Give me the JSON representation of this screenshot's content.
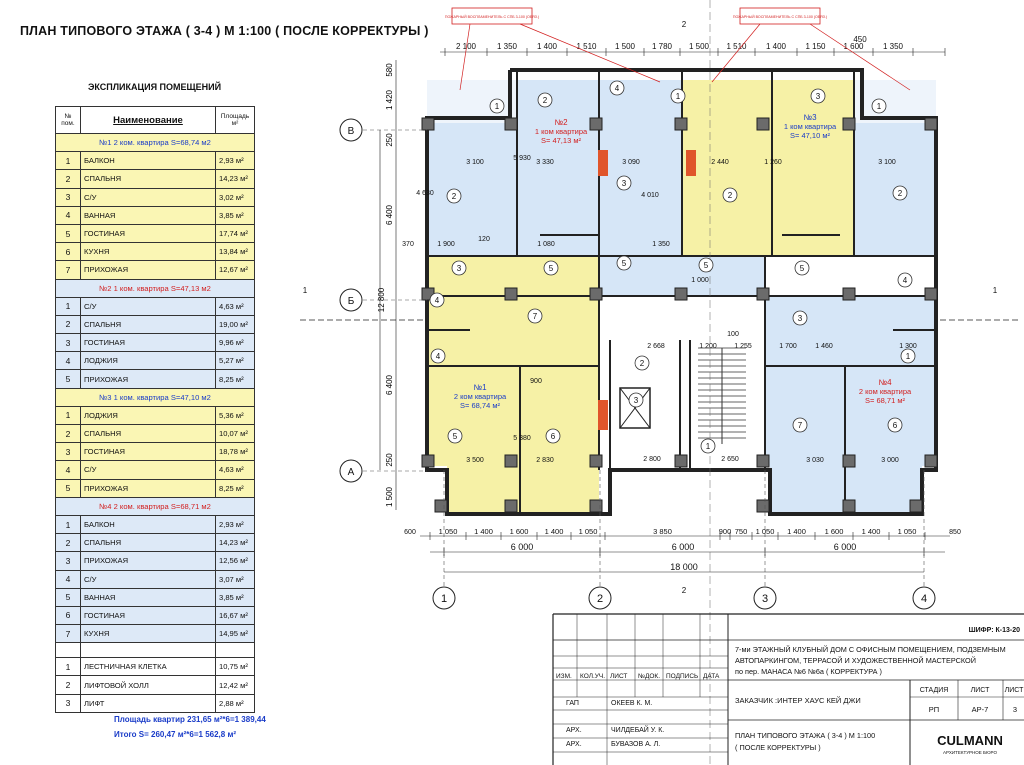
{
  "title": "ПЛАН ТИПОВОГО ЭТАЖА ( 3-4 ) М 1:100 ( ПОСЛЕ КОРРЕКТУРЫ )",
  "explication": {
    "title": "ЭКСПЛИКАЦИЯ ПОМЕЩЕНИЙ",
    "headers": {
      "num": "№ пом.",
      "name": "Наименование",
      "area": "Площадь м²"
    },
    "apartments": [
      {
        "header": "№1  2 ком. квартира S=68,74 м2",
        "color": "blue",
        "fill": "yellow",
        "rooms": [
          [
            "1",
            "БАЛКОН",
            "2,93 м²"
          ],
          [
            "2",
            "СПАЛЬНЯ",
            "14,23 м²"
          ],
          [
            "3",
            "С/У",
            "3,02 м²"
          ],
          [
            "4",
            "ВАННАЯ",
            "3,85 м²"
          ],
          [
            "5",
            "ГОСТИНАЯ",
            "17,74 м²"
          ],
          [
            "6",
            "КУХНЯ",
            "13,84 м²"
          ],
          [
            "7",
            "ПРИХОЖАЯ",
            "12,67 м²"
          ]
        ]
      },
      {
        "header": "№2  1 ком. квартира S=47,13 м2",
        "color": "red",
        "fill": "blue",
        "rooms": [
          [
            "1",
            "С/У",
            "4,63 м²"
          ],
          [
            "2",
            "СПАЛЬНЯ",
            "19,00 м²"
          ],
          [
            "3",
            "ГОСТИНАЯ",
            "9,96 м²"
          ],
          [
            "4",
            "ЛОДЖИЯ",
            "5,27 м²"
          ],
          [
            "5",
            "ПРИХОЖАЯ",
            "8,25 м²"
          ]
        ]
      },
      {
        "header": "№3  1 ком. квартира S=47,10 м2",
        "color": "blue",
        "fill": "yellow",
        "rooms": [
          [
            "1",
            "ЛОДЖИЯ",
            "5,36 м²"
          ],
          [
            "2",
            "СПАЛЬНЯ",
            "10,07 м²"
          ],
          [
            "3",
            "ГОСТИНАЯ",
            "18,78 м²"
          ],
          [
            "4",
            "С/У",
            "4,63 м²"
          ],
          [
            "5",
            "ПРИХОЖАЯ",
            "8,25 м²"
          ]
        ]
      },
      {
        "header": "№4  2 ком. квартира S=68,71 м2",
        "color": "red",
        "fill": "blue",
        "rooms": [
          [
            "1",
            "БАЛКОН",
            "2,93 м²"
          ],
          [
            "2",
            "СПАЛЬНЯ",
            "14,23 м²"
          ],
          [
            "3",
            "ПРИХОЖАЯ",
            "12,56 м²"
          ],
          [
            "4",
            "С/У",
            "3,07 м²"
          ],
          [
            "5",
            "ВАННАЯ",
            "3,85 м²"
          ],
          [
            "6",
            "ГОСТИНАЯ",
            "16,67 м²"
          ],
          [
            "7",
            "КУХНЯ",
            "14,95 м²"
          ]
        ]
      }
    ],
    "common": [
      [
        "1",
        "ЛЕСТНИЧНАЯ КЛЕТКА",
        "10,75 м²"
      ],
      [
        "2",
        "ЛИФТОВОЙ ХОЛЛ",
        "12,42 м²"
      ],
      [
        "3",
        "ЛИФТ",
        "2,88 м²"
      ]
    ],
    "total1": "Площадь квартир  231,65 м²*6=1 389,44",
    "total2": "Итого S=  260,47 м²*6=1 562,8 м²"
  },
  "plan": {
    "top_dims": [
      "2 100",
      "1 350",
      "1 400",
      "1 510",
      "1 500",
      "1 780",
      "1 500",
      "1 510",
      "1 400",
      "1 150",
      "1 600",
      "1 350"
    ],
    "dim_450": "450",
    "bottom_dims": [
      "1 050",
      "1 400",
      "1 600",
      "1 400",
      "1 050",
      "3 850",
      "900",
      "750",
      "1 050",
      "1 400",
      "1 600",
      "1 400",
      "1 050"
    ],
    "dim_600": "600",
    "dim_850": "850",
    "bays": [
      "6 000",
      "6 000",
      "6 000"
    ],
    "overall": "18 000",
    "left_dims": [
      "580",
      "1 420",
      "250",
      "6 400",
      "12 800",
      "6 400",
      "250",
      "1 500"
    ],
    "axes_cols": [
      "1",
      "2",
      "3",
      "4"
    ],
    "axes_rows": [
      "В",
      "Б",
      "А"
    ],
    "section_marks": [
      "1",
      "2"
    ],
    "apt_labels": [
      {
        "no": "№1",
        "type": "2 ком квартира",
        "s": "S= 68,74 м²"
      },
      {
        "no": "№2",
        "type": "1 ком квартира",
        "s": "S= 47,13 м²"
      },
      {
        "no": "№3",
        "type": "1 ком квартира",
        "s": "S= 47,10 м²"
      },
      {
        "no": "№4",
        "type": "2 ком квартира",
        "s": "S= 68,71 м²"
      }
    ],
    "interior_dims": [
      "3 100",
      "3 330",
      "3 090",
      "2 440",
      "1 260",
      "3 100",
      "1 900",
      "1 080",
      "1 350",
      "1 000",
      "5 930",
      "4 630",
      "3 500",
      "2 830",
      "2 800",
      "2 650",
      "3 030",
      "3 000",
      "5 380",
      "4 010",
      "2 668",
      "1 200",
      "1 255",
      "1 700",
      "1 460",
      "1 300",
      "900",
      "120",
      "370",
      "100"
    ],
    "fire_note": "ПОЖАРНЫЙ ВОСПЛАМЕНИТЕЛЬ С СПБ 3-100 (ОБЯЗ.)",
    "colors": {
      "yellow": "#f6f1a6",
      "blue": "#d6e6f7",
      "wall": "#222222",
      "column": "#6b6b6b",
      "red_wall": "#e0552b",
      "red": "#d21f1f",
      "blue_text": "#1a3cc8"
    }
  },
  "titleblock": {
    "code": "ШИФР: К-13-20",
    "project": [
      "7-ми ЭТАЖНЫЙ КЛУБНЫЙ ДОМ С ОФИСНЫМ ПОМЕЩЕНИЕМ, ПОДЗЕМНЫМ",
      "АВТОПАРКИНГОМ, ТЕРРАСОЙ И ХУДОЖЕСТВЕННОЙ МАСТЕРСКОЙ",
      "по пер. МАНАСА №6 №6а ( КОРРЕКТУРА )"
    ],
    "cols": [
      "ИЗМ.",
      "КОЛ.УЧ.",
      "ЛИСТ",
      "№ДОК.",
      "ПОДПИСЬ",
      "ДАТА"
    ],
    "customer": "ЗАКАЗЧИК :ИНТЕР ХАУС КЕЙ ДЖИ",
    "gap": "ГАП",
    "gap_name": "ОКЕЕВ К. М.",
    "arch1": "АРХ.",
    "arch1_name": "ЧИЛДЕБАЙ У. К.",
    "arch2": "АРХ.",
    "arch2_name": "БУВАЗОВ А. Л.",
    "sheet_title": [
      "ПЛАН ТИПОВОГО ЭТАЖА ( 3-4 ) М 1:100",
      "( ПОСЛЕ КОРРЕКТУРЫ )"
    ],
    "stage_h": "СТАДИЯ",
    "list_h": "ЛИСТ",
    "lists_h": "ЛИСТ",
    "stage": "РП",
    "sheet": "АР-7",
    "sheets": "3",
    "firm": "CULMANN",
    "firm_sub": "АРХИТЕКТУРНОЕ БЮРО"
  }
}
